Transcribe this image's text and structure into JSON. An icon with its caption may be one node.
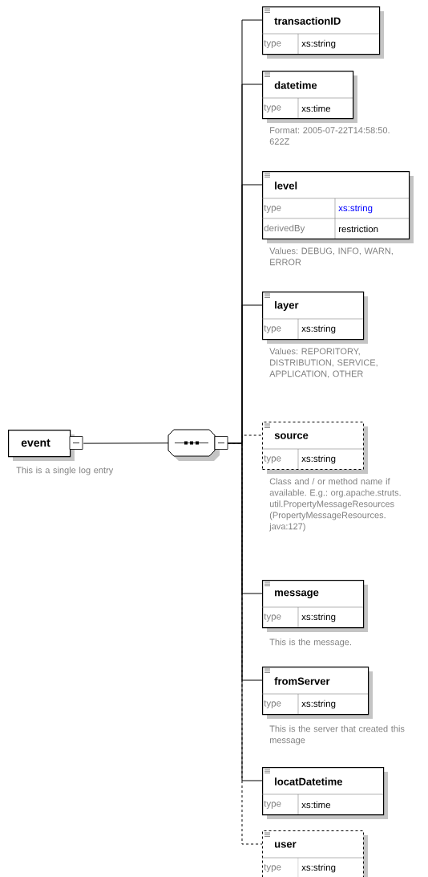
{
  "diagram": {
    "nodes": [
      {
        "text": [
          "event"
        ],
        "beside": [
          "This is a single log entry"
        ]
      },
      {
        "text": [],
        "shape": "octagon"
      },
      {
        "text": [
          "transactionID",
          "type",
          "xs:string"
        ]
      },
      {
        "text": [
          "datetime",
          "type",
          "xs:time"
        ],
        "beside": [
          "Format: 2005-07-22T14:58:50.622Z"
        ]
      },
      {
        "text": [
          "level",
          "type",
          "xs:string",
          "derivedBy",
          "restriction"
        ],
        "beside": [
          "Values: DEBUG, INFO, WARN, ERROR"
        ]
      },
      {
        "text": [
          "layer",
          "type",
          "xs:string"
        ],
        "beside": [
          "Values: REPORITORY, DISTRIBUTION, SERVICE, APPLICATION, OTHER"
        ]
      },
      {
        "text": [
          "source",
          "type",
          "xs:string"
        ],
        "beside": [
          "Class and / or method name if available. E.g.: org.apache.struts.util.PropertyMessageResources (PropertyMessageResources. java:127)"
        ]
      },
      {
        "text": [
          "message",
          "type",
          "xs:string"
        ],
        "beside": [
          "This is the message."
        ]
      },
      {
        "text": [
          "fromServer",
          "type",
          "xs:string"
        ],
        "beside": [
          "This is the server that created this message"
        ]
      },
      {
        "text": [
          "locatDatetime",
          "type",
          "xs:time"
        ]
      },
      {
        "text": [
          "user",
          "type",
          "xs:string"
        ]
      }
    ],
    "edges": [
      {
        "from": 0,
        "to": 1,
        "arrow": "none"
      },
      {
        "from": 1,
        "to": 2,
        "arrow": "none"
      },
      {
        "from": 1,
        "to": 3,
        "arrow": "none"
      },
      {
        "from": 1,
        "to": 4,
        "arrow": "none"
      },
      {
        "from": 1,
        "to": 5,
        "arrow": "none"
      },
      {
        "from": 1,
        "to": 6,
        "arrow": "none",
        "style": "dashed"
      },
      {
        "from": 1,
        "to": 7,
        "arrow": "none"
      },
      {
        "from": 1,
        "to": 8,
        "arrow": "none"
      },
      {
        "from": 1,
        "to": 9,
        "arrow": "none"
      },
      {
        "from": 1,
        "to": 10,
        "arrow": "none",
        "style": "dashed"
      }
    ]
  }
}
